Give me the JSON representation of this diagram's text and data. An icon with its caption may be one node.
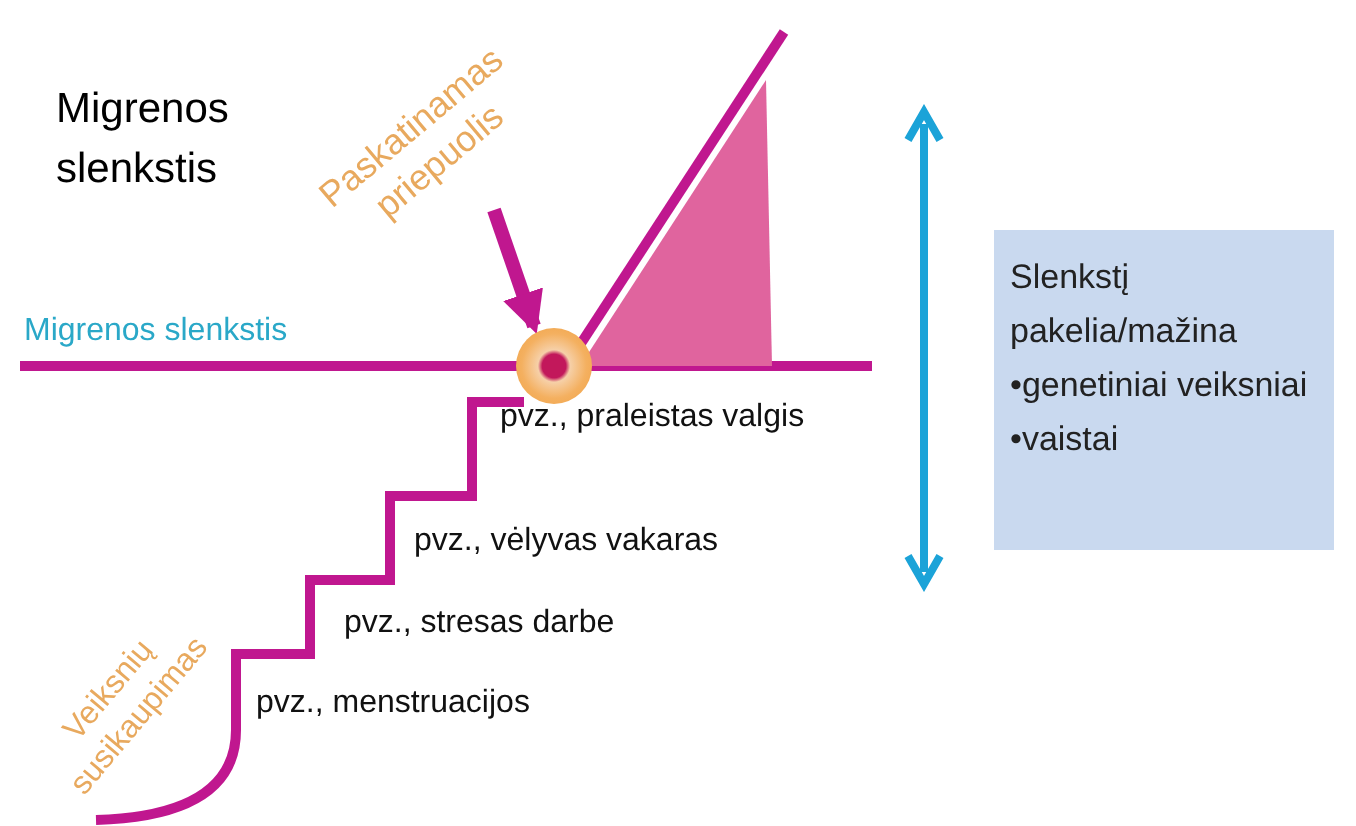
{
  "diagram": {
    "title": "Migrenos slenkstis",
    "nodes": [
      {
        "text": [
          "Paskatinamas priepuolis"
        ]
      },
      {
        "text": [],
        "shape": "circle"
      },
      {
        "text": [
          "Slenkstį pakelia/mažina",
          "•genetiniai veiksniai",
          "•vaistai"
        ]
      }
    ],
    "edges": [
      {
        "from": 0,
        "to": 1,
        "arrow": "to"
      }
    ],
    "labels": [
      "Migrenos slenkstis",
      "pvz., praleistas valgis",
      "pvz., vėlyvas vakaras",
      "pvz., stresas darbe",
      "Veiksnių susikaupimas",
      "pvz., menstruacijos"
    ]
  }
}
